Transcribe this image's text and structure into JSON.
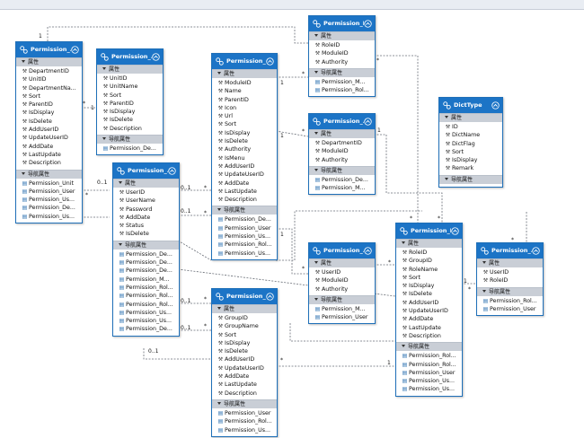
{
  "section_labels": {
    "props": "属性",
    "nav": "导航属性"
  },
  "entities": [
    {
      "id": "e0",
      "title": "Permission_...",
      "props": [
        "DepartmentID",
        "UnitID",
        "DepartmentNa...",
        "Sort",
        "ParentID",
        "IsDisplay",
        "IsDelete",
        "AddUserID",
        "UpdateUserID",
        "AddDate",
        "LastUpdate",
        "Description"
      ],
      "nav": [
        "Permission_Unit",
        "Permission_User",
        "Permission_Us...",
        "Permission_De...",
        "Permission_Us..."
      ]
    },
    {
      "id": "e1",
      "title": "Permission_...",
      "props": [
        "UnitID",
        "UnitName",
        "Sort",
        "ParentID",
        "IsDisplay",
        "IsDelete",
        "Description"
      ],
      "nav": [
        "Permission_De..."
      ]
    },
    {
      "id": "e2",
      "title": "Permission_...",
      "props": [
        "UserID",
        "UserName",
        "Password",
        "AddDate",
        "Status",
        "IsDelete"
      ],
      "nav": [
        "Permission_De...",
        "Permission_De...",
        "Permission_De...",
        "Permission_M...",
        "Permission_Rol...",
        "Permission_Rol...",
        "Permission_Rol...",
        "Permission_Us...",
        "Permission_Us...",
        "Permission_De..."
      ]
    },
    {
      "id": "e3",
      "title": "Permission_...",
      "props": [
        "ModuleID",
        "Name",
        "ParentID",
        "Icon",
        "Url",
        "Sort",
        "IsDisplay",
        "IsDelete",
        "Authority",
        "IsMenu",
        "AddUserID",
        "UpdateUserID",
        "AddDate",
        "LastUpdate",
        "Description"
      ],
      "nav": [
        "Permission_De...",
        "Permission_User",
        "Permission_Us...",
        "Permission_Rol...",
        "Permission_Us..."
      ]
    },
    {
      "id": "e4",
      "title": "Permission_R...",
      "props": [
        "GroupID",
        "GroupName",
        "Sort",
        "IsDisplay",
        "IsDelete",
        "AddUserID",
        "UpdateUserID",
        "AddDate",
        "LastUpdate",
        "Description"
      ],
      "nav": [
        "Permission_User",
        "Permission_Rol...",
        "Permission_Us..."
      ]
    },
    {
      "id": "e5",
      "title": "Permission_R...",
      "props": [
        "RoleID",
        "ModuleID",
        "Authority"
      ],
      "nav": [
        "Permission_M...",
        "Permission_Rol..."
      ]
    },
    {
      "id": "e6",
      "title": "Permission_...",
      "props": [
        "DepartmentID",
        "ModuleID",
        "Authority"
      ],
      "nav": [
        "Permission_De...",
        "Permission_M..."
      ]
    },
    {
      "id": "e7",
      "title": "Permission_...",
      "props": [
        "UserID",
        "ModuleID",
        "Authority"
      ],
      "nav": [
        "Permission_M...",
        "Permission_User"
      ]
    },
    {
      "id": "e8",
      "title": "Permission_R...",
      "props": [
        "RoleID",
        "GroupID",
        "RoleName",
        "Sort",
        "IsDisplay",
        "IsDelete",
        "AddUserID",
        "UpdateUserID",
        "AddDate",
        "LastUpdate",
        "Description"
      ],
      "nav": [
        "Permission_Rol...",
        "Permission_Rol...",
        "Permission_User",
        "Permission_Us...",
        "Permission_Us..."
      ]
    },
    {
      "id": "e9",
      "title": "DictType",
      "props": [
        "ID",
        "DictName",
        "DictFlag",
        "Sort",
        "IsDisplay",
        "Remark"
      ],
      "nav": []
    },
    {
      "id": "e10",
      "title": "Permission_...",
      "props": [
        "UserID",
        "RoleID"
      ],
      "nav": [
        "Permission_Rol...",
        "Permission_User"
      ]
    }
  ],
  "multiplicity_labels": [
    "1",
    "*",
    "0..1",
    "1",
    "*",
    "0..1",
    "*",
    "0..1",
    "*",
    "1",
    "*",
    "1",
    "*",
    "*",
    "1",
    "*",
    "1",
    "*",
    "1",
    "*",
    "0..1",
    "*",
    "0..1",
    "*",
    "0..1",
    "1",
    "*",
    "*",
    "*",
    "*"
  ]
}
